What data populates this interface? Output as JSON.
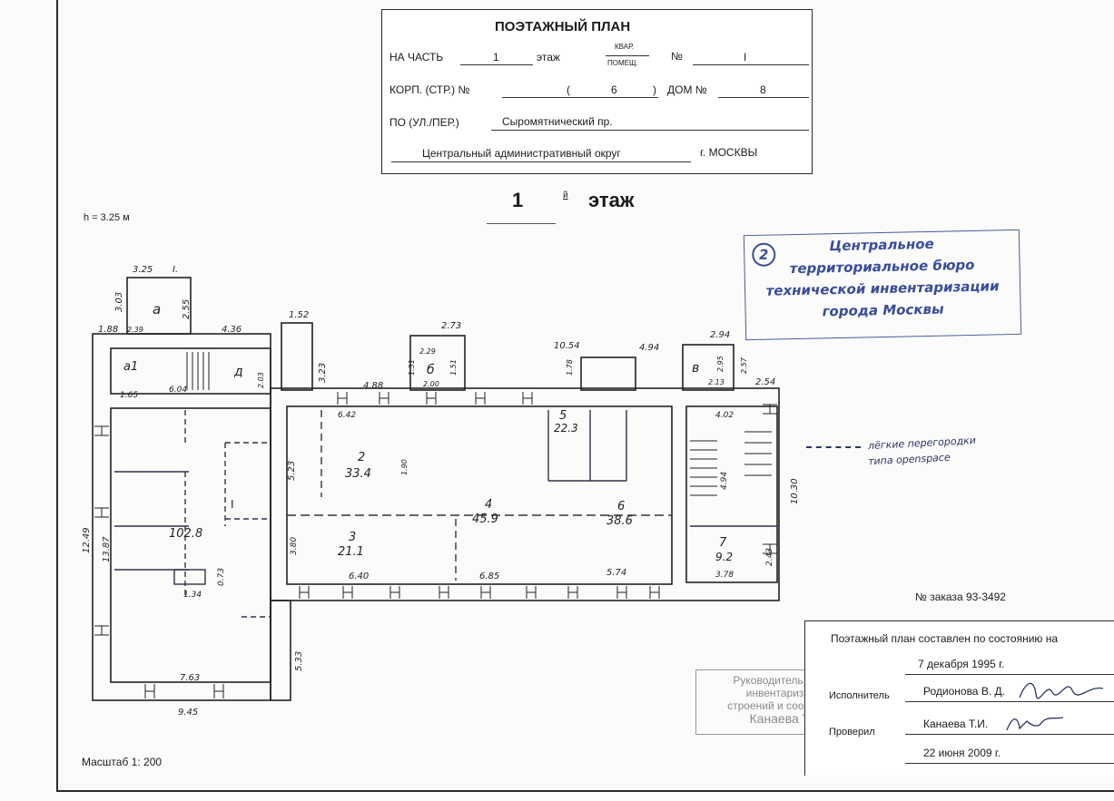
{
  "title_block": {
    "title": "ПОЭТАЖНЫЙ ПЛАН",
    "na_chast_label": "НА ЧАСТЬ",
    "floor_value": "1",
    "etazh_label": "этаж",
    "kvar_label": "КВАР.",
    "pomesch_label": "ПОМЕЩ.",
    "no_label": "№",
    "no_value": "I",
    "korp_label": "КОРП. (СТР.) №",
    "korp_open": "(",
    "korp_value": "6",
    "korp_close": ")",
    "dom_label": "ДОМ №",
    "dom_value": "8",
    "street_label": "ПО (УЛ./ПЕР.)",
    "street_value": "Сыромятнический пр.",
    "district_value": "Центральный административный округ",
    "city_label": "г. МОСКВЫ"
  },
  "floor_heading": {
    "number": "1",
    "suffix": "й",
    "word": "этаж"
  },
  "height_note": "h = 3.25 м",
  "scale_note": "Масштаб 1: 200",
  "order_note": "№ заказа 93-3492",
  "bti_stamp": {
    "number": "2",
    "line1": "Центральное",
    "line2": "территориальное бюро",
    "line3": "технической инвентаризации",
    "line4": "города Москвы"
  },
  "legend_note": {
    "line1": "лёгкие перегородки",
    "line2": "типа openspace"
  },
  "grey_stamp": {
    "line1": "Руководитель группы",
    "line2": "инвентаризации",
    "line3": "строений и сооружений",
    "line4": "Канаева Т.И."
  },
  "sign_block": {
    "header": "Поэтажный план составлен по состоянию на",
    "date1": "7 декабря 1995 г.",
    "executor_label": "Исполнитель",
    "executor_name": "Родионова В. Д.",
    "checker_label": "Проверил",
    "checker_name": "Канаева Т.И.",
    "date2": "22 июня 2009 г."
  },
  "plan": {
    "rooms": [
      {
        "id": "a",
        "num": "а"
      },
      {
        "id": "a1",
        "num": "а1"
      },
      {
        "id": "r1",
        "num": "I"
      },
      {
        "id": "r2",
        "num": "2",
        "area": "33.4"
      },
      {
        "id": "r3",
        "num": "3",
        "area": "21.1"
      },
      {
        "id": "r4",
        "num": "4",
        "area": "45.9"
      },
      {
        "id": "r5",
        "num": "5",
        "area": "22.3"
      },
      {
        "id": "r6",
        "num": "6",
        "area": "38.6"
      },
      {
        "id": "r7",
        "num": "7",
        "area": "9.2"
      },
      {
        "id": "rb",
        "num": "б"
      },
      {
        "id": "rv",
        "num": "в"
      },
      {
        "id": "rd",
        "num": "д"
      },
      {
        "id": "rbig",
        "area": "102.8"
      }
    ],
    "dims": [
      "3.25",
      "I.",
      "3.03",
      "2.55",
      "1.88",
      "2.39",
      "4.36",
      "1.52",
      "3.23",
      "2.73",
      "2.29",
      "1.51",
      "1.51",
      "2.00",
      "10.54",
      "4.94",
      "2.94",
      "1.78",
      "2.95",
      "2.57",
      "2.13",
      "2.54",
      "4.88",
      "6.04",
      "1.65",
      "2.03",
      "6.42",
      "4.02",
      "5.23",
      "1.90",
      "4.94",
      "10.30",
      "12.49",
      "13.87",
      "3.80",
      "0.73",
      "1.34",
      "6.40",
      "6.85",
      "5.74",
      "3.78",
      "2.43",
      "5.33",
      "7.63",
      "9.45"
    ]
  }
}
